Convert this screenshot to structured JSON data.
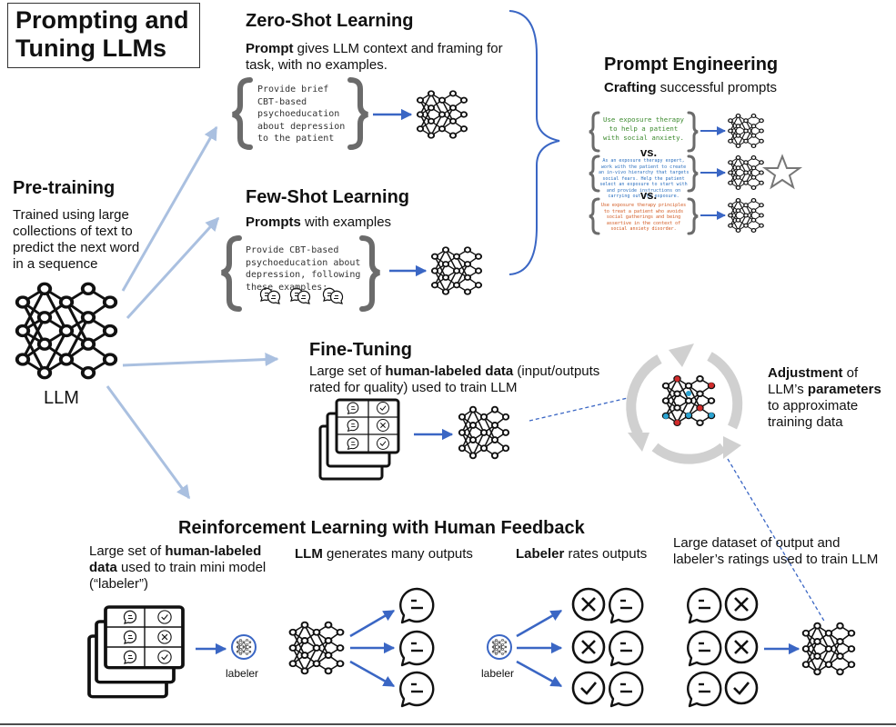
{
  "title": {
    "line1": "Prompting and",
    "line2": "Tuning LLMs"
  },
  "pretraining": {
    "heading": "Pre-training",
    "lines": [
      "Trained using large",
      "collections of text to",
      "predict the next word",
      "in a sequence"
    ],
    "llm_label": "LLM"
  },
  "zero_shot": {
    "heading": "Zero-Shot Learning",
    "desc_bold": "Prompt",
    "desc_rest1": " gives LLM context and framing for",
    "desc_line2": "task, with no examples.",
    "prompt": "Provide brief\nCBT-based\npsychoeducation\nabout depression\nto the patient"
  },
  "few_shot": {
    "heading": "Few-Shot Learning",
    "desc_bold": "Prompts",
    "desc_rest": " with examples",
    "prompt": "Provide CBT-based\npsychoeducation about\ndepression, following\nthese examples:"
  },
  "prompt_engineering": {
    "heading": "Prompt Engineering",
    "sub_bold": "Crafting",
    "sub_rest": " successful prompts",
    "p1": "Use exposure therapy\nto help a patient\nwith social anxiety.",
    "p2": "As an exposure therapy expert,\nwork with the patient to create\nan in-vivo hierarchy that targets\nsocial fears. Help the patient\nselect an exposure to start with\nand provide instructions on\ncarrying out the exposure.",
    "p3": "Use exposure therapy principles\nto treat a patient who avoids\nsocial gatherings and being\nassertive in the context of\nsocial anxiety disorder.",
    "vs": "vs.",
    "colors": {
      "p1": "#3c8a2e",
      "p2": "#2a6fbf",
      "p3": "#d2581f"
    }
  },
  "fine_tuning": {
    "heading": "Fine-Tuning",
    "line1_pre": "Large set of ",
    "line1_bold": "human-labeled data",
    "line1_post": " (input/outputs",
    "line2": "rated for quality) used to train LLM"
  },
  "adjustment": {
    "bold1": "Adjustment",
    "rest1": " of",
    "line2_pre": "LLM’s ",
    "line2_bold": "parameters",
    "line3": "to approximate",
    "line4": "training data"
  },
  "rlhf": {
    "heading": "Reinforcement Learning with Human Feedback",
    "col1_pre": "Large set of ",
    "col1_bold1": "human-labeled",
    "col1_bold2": "data",
    "col1_rest2": " used to train mini model",
    "col1_line3": "(“labeler”)",
    "col2_bold": "LLM",
    "col2_rest": " generates many outputs",
    "col3_bold": "Labeler",
    "col3_rest": " rates outputs",
    "col4_line1": "Large dataset of output and",
    "col4_line2": "labeler’s ratings used to train LLM",
    "labeler_label": "labeler"
  },
  "colors": {
    "arrow": "#3a66c4",
    "light_arrow": "#aac0e0",
    "gray": "#6b6b6b",
    "cycle": "#d0d0d0"
  }
}
